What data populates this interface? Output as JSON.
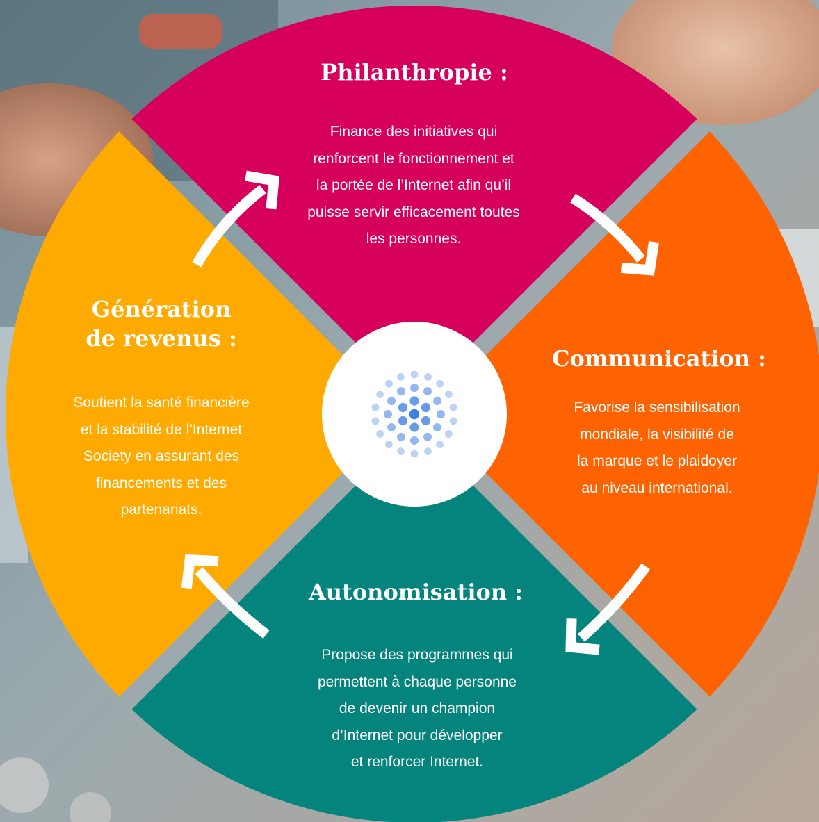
{
  "colors": {
    "philanthropy": "#D6005C",
    "communication": "#FF6200",
    "empowerment": "#04847C",
    "revenue": "#FFAA00",
    "logo_dot": "#3F7FE0",
    "arrow": "#FFFFFF"
  },
  "sections": {
    "philanthropy": {
      "title": "Philanthropie :",
      "lines": [
        "Finance des initiatives qui",
        "renforcent le fonctionnement et",
        "la portée de l’Internet afin qu’il",
        "puisse servir efficacement toutes",
        "les personnes."
      ]
    },
    "communication": {
      "title": "Communication :",
      "lines": [
        "Favorise la sensibilisation",
        "mondiale, la visibilité de",
        "la marque et le plaidoyer",
        "au niveau international."
      ]
    },
    "empowerment": {
      "title": "Autonomisation :",
      "lines": [
        "Propose des programmes qui",
        "permettent à chaque personne",
        "de devenir un champion",
        "d’Internet pour développer",
        "et renforcer Internet."
      ]
    },
    "revenue": {
      "title_lines": [
        "Génération",
        "de revenus :"
      ],
      "lines": [
        "Soutient la santé financière",
        "et la stabilité de l’Internet",
        "Society en assurant des",
        "financements et des",
        "partenariats."
      ]
    }
  },
  "center_logo": {
    "icon": "dot-sphere-logo"
  },
  "arrows": [
    "arrow-revenue-to-philanthropy",
    "arrow-philanthropy-to-communication",
    "arrow-communication-to-empowerment",
    "arrow-empowerment-to-revenue"
  ]
}
